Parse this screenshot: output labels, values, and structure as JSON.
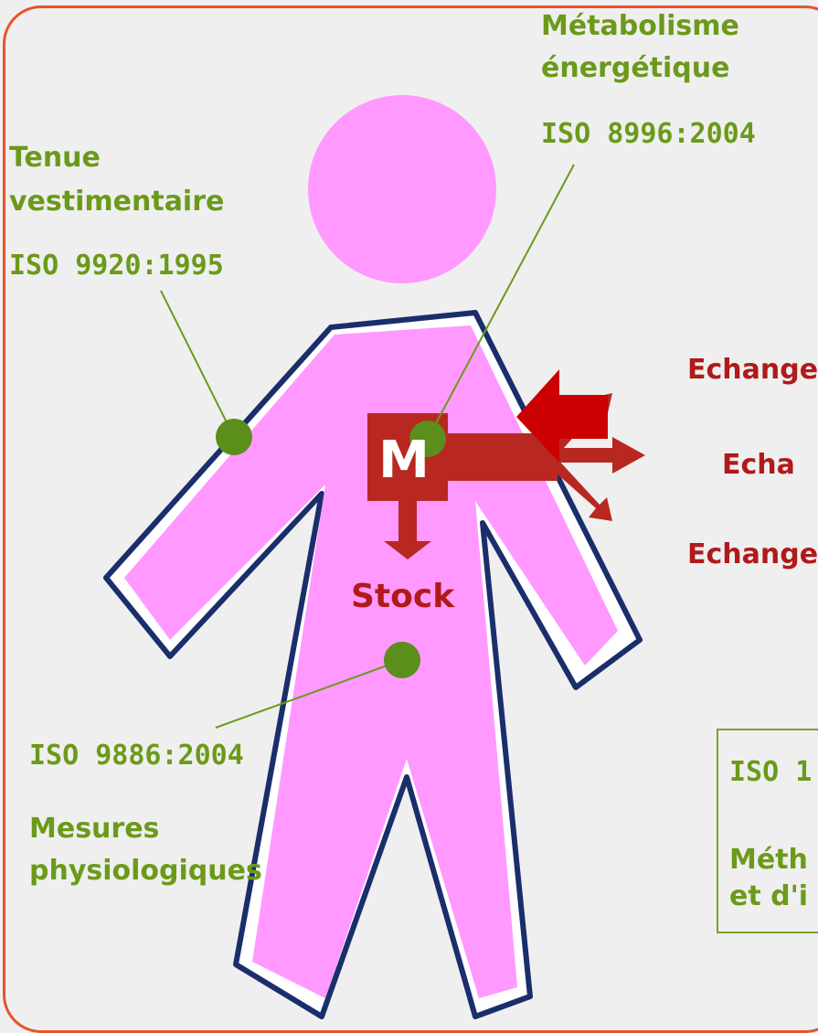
{
  "labels": {
    "metabolisme_line1": "Métabolisme",
    "metabolisme_line2": "énergétique",
    "metabolisme_iso": "ISO 8996:2004",
    "tenue_line1": "Tenue",
    "tenue_line2": "vestimentaire",
    "tenue_iso": "ISO 9920:1995",
    "physio_iso": "ISO 9886:2004",
    "physio_line1": "Mesures",
    "physio_line2": "physiologiques",
    "stock": "Stock",
    "m_box": "M",
    "echange_1": "Echange",
    "echange_2": "Echa",
    "echange_3": "Echange",
    "box_iso_partial": "ISO 1",
    "box_line1_partial": "Méth",
    "box_line2_partial": "et d'i"
  },
  "colors": {
    "background": "#efefef",
    "frame": "#e8532a",
    "body_fill": "#ff99ff",
    "body_outline": "#1a2e6b",
    "label_green": "#6b9a1a",
    "label_red": "#b01a1a",
    "arrow_red": "#b82820",
    "bright_red": "#cc0000",
    "dot_green": "#5b8e1a"
  }
}
